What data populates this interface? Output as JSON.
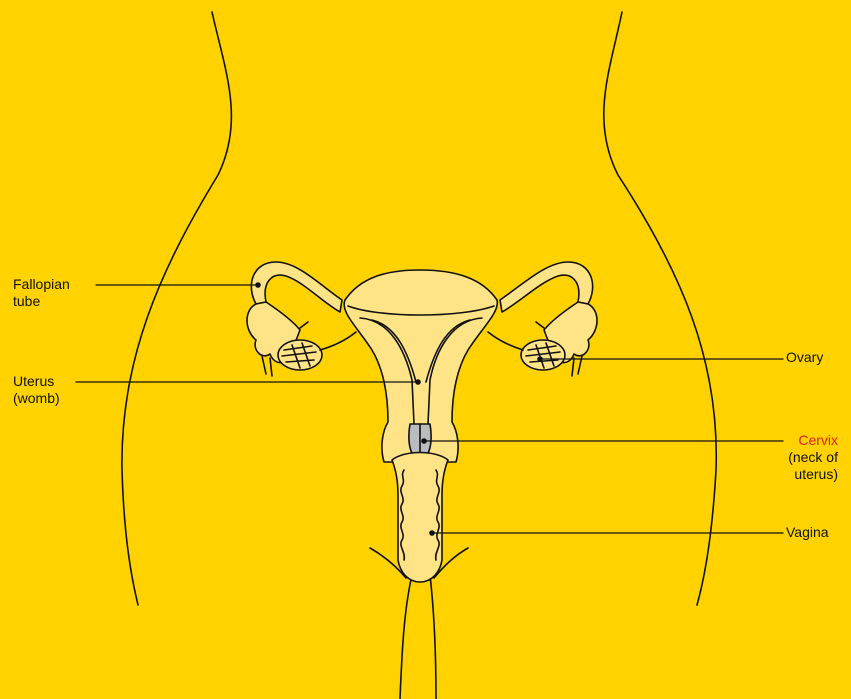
{
  "colors": {
    "background": "#FFD200",
    "organ_fill": "#FFE487",
    "cervix_fill": "#B9BDC0",
    "outline": "#111111",
    "highlight_label": "#E02020"
  },
  "labels": {
    "fallopian_tube": [
      "Fallopian",
      "tube"
    ],
    "uterus": [
      "Uterus",
      "(womb)"
    ],
    "ovary": [
      "Ovary"
    ],
    "cervix": [
      "Cervix"
    ],
    "cervix_sub": [
      "(neck of",
      "uterus)"
    ],
    "vagina": [
      "Vagina"
    ]
  }
}
